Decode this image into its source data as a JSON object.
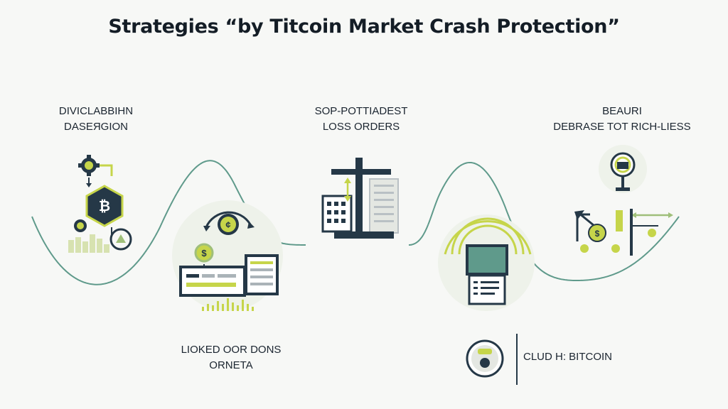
{
  "title": "Strategies “by Titcoin Market Crash Protection”",
  "labels": {
    "left": {
      "line1": "DIVICLABBIHN",
      "line2": "DASEЯGION"
    },
    "center": {
      "line1": "SOP-POTTIADEST",
      "line2": "LOSS ORDERS"
    },
    "right": {
      "line1": "BEAURI",
      "line2": "DEBRASE TOT RICH-LIESS"
    },
    "bottom_left": {
      "line1": "LIOKED OOR DONS",
      "line2": "ORNETA"
    },
    "bottom_right": {
      "text": "CLUD H: BITCOIN"
    }
  },
  "icons": {
    "diversification": [
      "gear-icon",
      "bitcoin-hexagon-icon",
      "coin-stack-icon"
    ],
    "stop_loss": [
      "building-icon",
      "chart-column-icon"
    ],
    "locked": [
      "coin-icon",
      "dollar-coin-icon",
      "table-panel-icon",
      "bar-chart-icon"
    ],
    "signal": [
      "monitor-icon",
      "broadcast-arcs-icon"
    ],
    "decrease": [
      "magnifier-icon",
      "dollar-coin-icon",
      "arrow-icon"
    ],
    "cold_storage": [
      "hardware-wallet-icon"
    ]
  },
  "colors": {
    "navy": "#253847",
    "lime": "#c6d54a",
    "green_soft": "#a9c68c",
    "wave": "#5f9a8b",
    "gray": "#d9dcd6"
  }
}
